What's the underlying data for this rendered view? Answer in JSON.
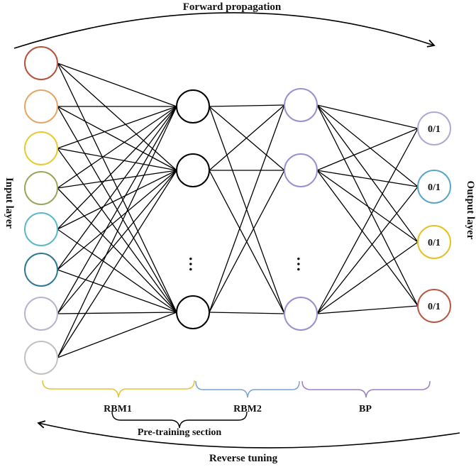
{
  "diagram": {
    "forward_label": "Forward propagation",
    "reverse_label": "Reverse tuning",
    "input_axis_label": "Input layer",
    "output_axis_label": "Output layer",
    "ellipsis": "…",
    "output_node_text": "0/1",
    "brace_labels": {
      "rbm1": "RBM1",
      "rbm2": "RBM2",
      "bp": "BP",
      "pretraining": "Pre-training section"
    },
    "colors": {
      "edge": "#000000",
      "brace_rbm1": "#e5c33a",
      "brace_rbm2": "#7aa3d6",
      "brace_bp": "#9b7fc4",
      "brace_pretraining": "#000000",
      "hidden1": "#000000",
      "hidden2": "#9b8fd0",
      "input": [
        "#b5543e",
        "#e3a867",
        "#e7cb32",
        "#9aa65c",
        "#5cb8c9",
        "#2f7891",
        "#b5b5cf",
        "#c2c2c2"
      ],
      "output": [
        "#b3a7d3",
        "#5aa6c8",
        "#e3c227",
        "#b65a46"
      ]
    }
  }
}
